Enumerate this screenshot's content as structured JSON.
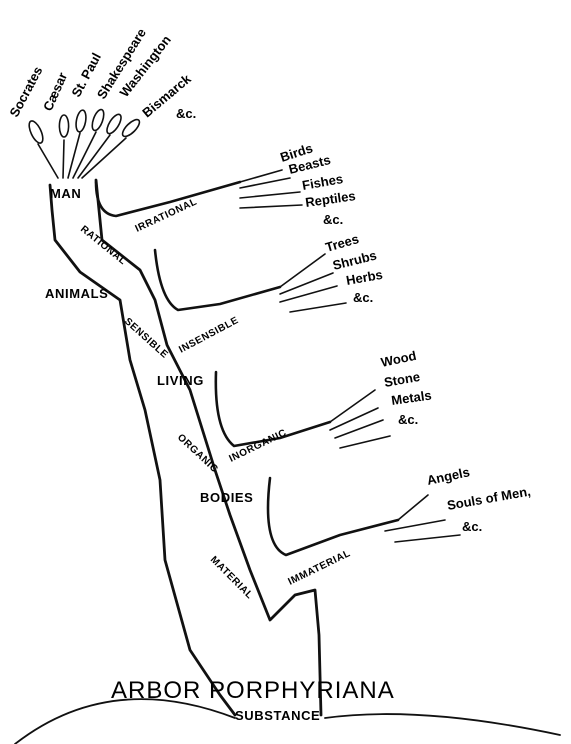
{
  "labels": {
    "title": "ARBOR PORPHYRIANA",
    "substance": "SUBSTANCE",
    "bodies": "BODIES",
    "living": "LIVING",
    "animals": "ANIMALS",
    "man": "MAN",
    "material": "MATERIAL",
    "immaterial": "IMMATERIAL",
    "organic": "ORGANIC",
    "inorganic": "INORGANIC",
    "sensible": "SENSIBLE",
    "insensible": "INSENSIBLE",
    "rational": "RATIONAL",
    "irrational": "IRRATIONAL"
  },
  "immaterial_items": {
    "angels": "Angels",
    "souls": "Souls of Men,",
    "etc": "&c."
  },
  "inorganic_items": {
    "wood": "Wood",
    "stone": "Stone",
    "metals": "Metals",
    "etc": "&c."
  },
  "insensible_items": {
    "trees": "Trees",
    "shrubs": "Shrubs",
    "herbs": "Herbs",
    "etc": "&c."
  },
  "irrational_items": {
    "birds": "Birds",
    "beasts": "Beasts",
    "fishes": "Fishes",
    "reptiles": "Reptiles",
    "etc": "&c."
  },
  "individuals": {
    "socrates": "Socrates",
    "caesar": "Cæsar",
    "st_paul": "St. Paul",
    "shakespeare": "Shakespeare",
    "washington": "Washington",
    "bismarck": "Bismarck",
    "etc": "&c."
  }
}
